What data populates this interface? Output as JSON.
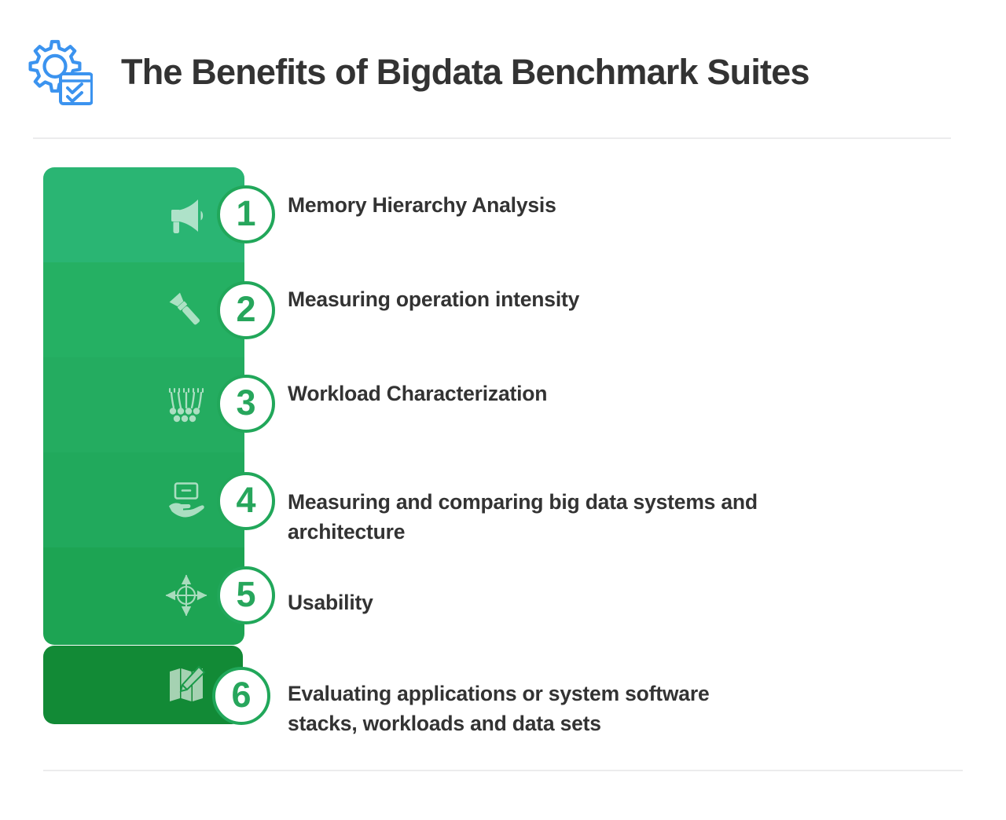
{
  "header": {
    "title": "The Benefits of Bigdata Benchmark Suites",
    "icon": "gear-checklist-icon",
    "icon_color": "#3b93ef"
  },
  "theme": {
    "accent_green": "#27a65c",
    "circle_border": "#21a75a",
    "text_dark": "#333333",
    "rule_gray": "#ececed",
    "background": "#ffffff"
  },
  "items": [
    {
      "number": "1",
      "label": "Memory Hierarchy Analysis",
      "icon": "megaphone-icon",
      "band_color": "#2ab573"
    },
    {
      "number": "2",
      "label": "Measuring operation intensity",
      "icon": "flashlight-icon",
      "band_color": "#25b063"
    },
    {
      "number": "3",
      "label": "Workload Characterization",
      "icon": "network-distribution-icon",
      "band_color": "#24ac60"
    },
    {
      "number": "4",
      "label": "Measuring and comparing big data systems and\narchitecture",
      "icon": "hand-holding-briefcase-icon",
      "band_color": "#21a95c"
    },
    {
      "number": "5",
      "label": " Usability",
      "icon": "crosshair-target-icon",
      "band_color": "#1da453"
    },
    {
      "number": "6",
      "label": "Evaluating applications or system software\nstacks, workloads and  data sets",
      "icon": "map-pencil-icon",
      "band_color": "#128a36"
    }
  ]
}
